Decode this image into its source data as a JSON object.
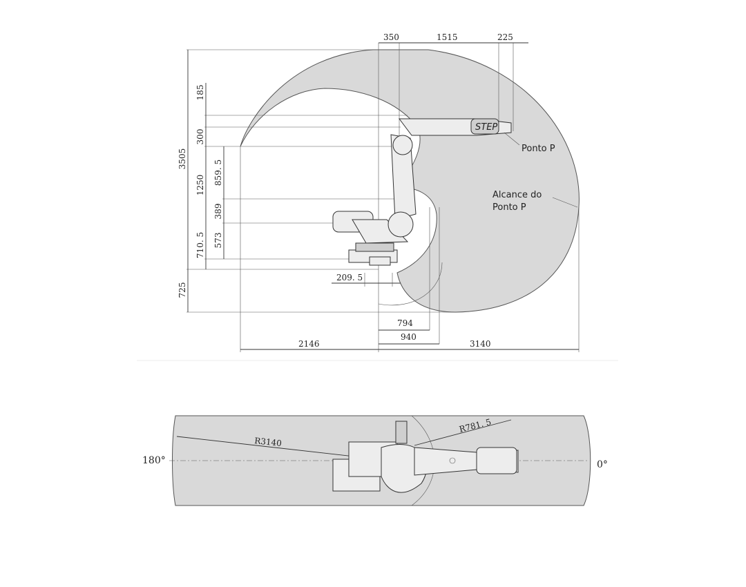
{
  "side_view": {
    "top_dims": [
      "350",
      "1515",
      "225"
    ],
    "left_outer_dims": [
      "3505",
      "725"
    ],
    "left_mid_dims": [
      "185",
      "300",
      "1250",
      "710. 5"
    ],
    "left_inner_dims": [
      "859. 5",
      "389",
      "573"
    ],
    "base_dim": "209. 5",
    "bottom_dims": [
      "794",
      "940"
    ],
    "bottom_total_dims": [
      "2146",
      "3140"
    ],
    "labels": {
      "point_p": "Ponto P",
      "reach_line1": "Alcance do",
      "reach_line2": "Ponto P"
    },
    "logo_text": "STEP"
  },
  "top_view": {
    "radius_outer": "R3140",
    "radius_inner": "R781. 5",
    "angle_left": "180°",
    "angle_right": "0°"
  },
  "colors": {
    "workspace_fill": "#d9d9d9",
    "outline": "#333333"
  }
}
